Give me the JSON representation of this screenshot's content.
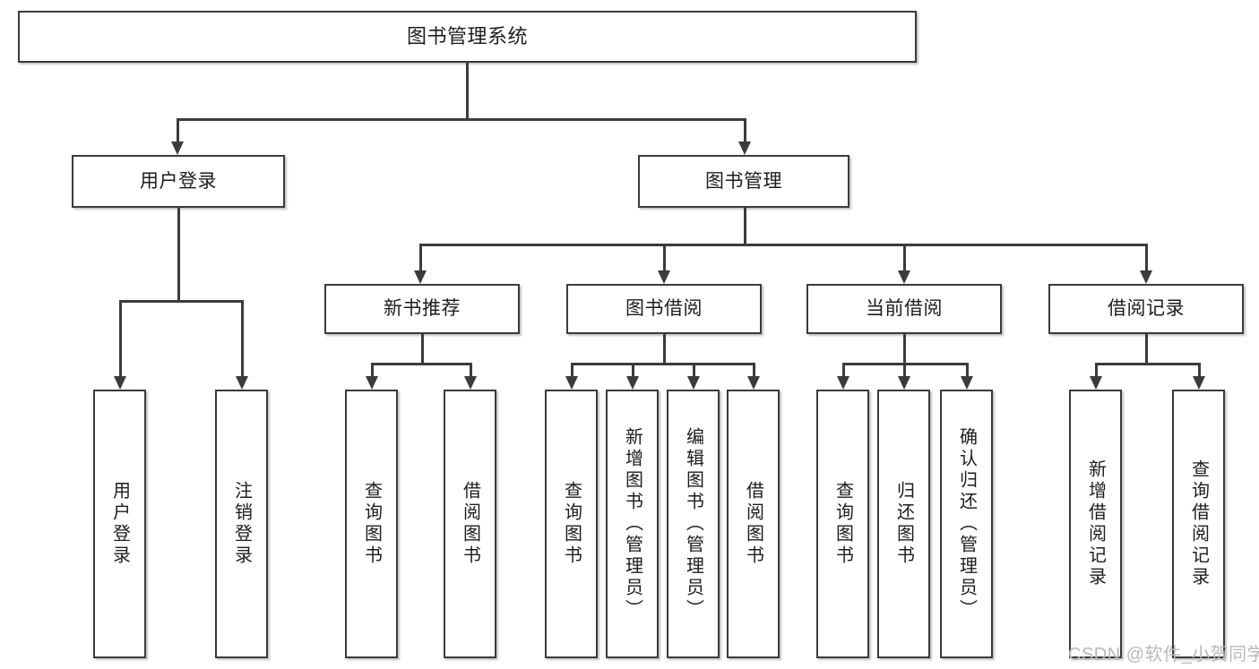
{
  "diagram": {
    "type": "tree-structure-chart",
    "orientation": "top-down",
    "root": {
      "label": "图书管理系统"
    },
    "level2": [
      {
        "label": "用户登录"
      },
      {
        "label": "图书管理"
      }
    ],
    "level3": [
      {
        "label": "新书推荐"
      },
      {
        "label": "图书借阅"
      },
      {
        "label": "当前借阅"
      },
      {
        "label": "借阅记录"
      }
    ],
    "leaves": [
      {
        "label": "用户登录"
      },
      {
        "label": "注销登录"
      },
      {
        "label": "查询图书"
      },
      {
        "label": "借阅图书"
      },
      {
        "label": "查询图书"
      },
      {
        "label": "新增图书（管理员）"
      },
      {
        "label": "编辑图书（管理员）"
      },
      {
        "label": "借阅图书"
      },
      {
        "label": "查询图书"
      },
      {
        "label": "归还图书"
      },
      {
        "label": "确认归还（管理员）"
      },
      {
        "label": "新增借阅记录"
      },
      {
        "label": "查询借阅记录"
      }
    ]
  },
  "watermark": {
    "text": "CSDN @软件_小贺同学"
  },
  "colors": {
    "border": "#3b3b3b",
    "fill": "#ffffff",
    "text": "#1d1d1d",
    "watermark": "#b9b9b9"
  }
}
